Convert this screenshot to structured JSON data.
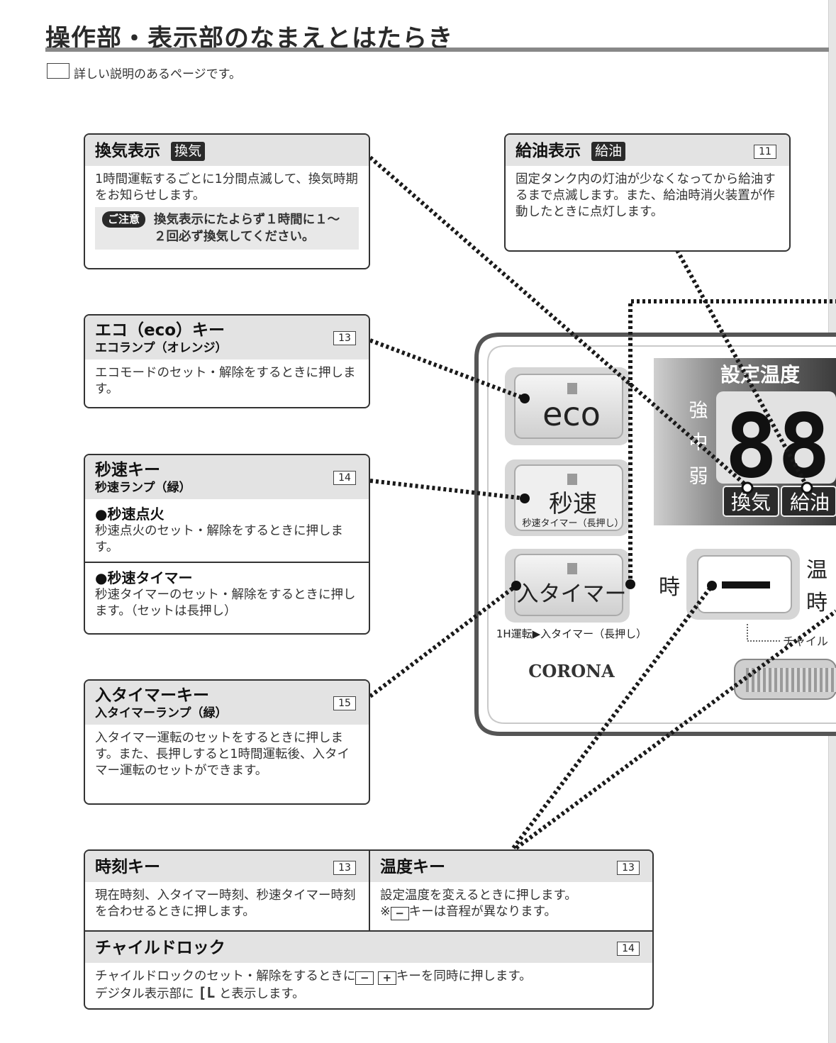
{
  "page": {
    "title": "操作部・表示部のなまえとはたらき",
    "legend_text": "詳しい説明のあるページです。"
  },
  "boxes": {
    "kanki": {
      "title": "換気表示",
      "badge": "換気",
      "body": "1時間運転するごとに1分間点滅して、換気時期をお知らせします。",
      "note_tag": "ご注意",
      "note": "換気表示にたよらず１時間に１〜２回必ず換気してください。"
    },
    "kyuyu": {
      "title": "給油表示",
      "badge": "給油",
      "page": "11",
      "body": "固定タンク内の灯油が少なくなってから給油するまで点滅します。また、給油時消火装置が作動したときに点灯します。"
    },
    "eco": {
      "title": "エコ（eco）キー",
      "sub": "エコランプ（オレンジ）",
      "page": "13",
      "body": "エコモードのセット・解除をするときに押します。"
    },
    "byosoku": {
      "title": "秒速キー",
      "sub": "秒速ランプ（緑）",
      "page": "14",
      "sec1_title": "●秒速点火",
      "sec1_body": "秒速点火のセット・解除をするときに押します。",
      "sec2_title": "●秒速タイマー",
      "sec2_body": "秒速タイマーのセット・解除をするときに押します。（セットは長押し）"
    },
    "iritimer": {
      "title": "入タイマーキー",
      "sub": "入タイマーランプ（緑）",
      "page": "15",
      "body": "入タイマー運転のセットをするときに押します。また、長押しすると1時間運転後、入タイマー運転のセットができます。"
    },
    "jikoku": {
      "title": "時刻キー",
      "page": "13",
      "body": "現在時刻、入タイマー時刻、秒速タイマー時刻を合わせるときに押します。"
    },
    "ondo": {
      "title": "温度キー",
      "page": "13",
      "body": "設定温度を変えるときに押します。",
      "note_prefix": "※",
      "note_key": "−",
      "note_suffix": "キーは音程が異なります。"
    },
    "child": {
      "title": "チャイルドロック",
      "page": "14",
      "body_1": "チャイルドロックのセット・解除をするときに",
      "key_minus": "−",
      "key_plus": "+",
      "body_2": "キーを同時に押します。",
      "body_3": "デジタル表示部に",
      "cl_symbol": "[L",
      "body_4": "と表示します。"
    }
  },
  "panel": {
    "eco_label": "eco",
    "byosoku_label": "秒速",
    "byosoku_sub": "秒速タイマー（長押し）",
    "iritimer_label": "入タイマー",
    "iritimer_sub": "1H運転▶入タイマー（長押し）",
    "brand": "CORONA",
    "display_title": "設定温度",
    "level_strong": "強",
    "level_mid": "中",
    "level_weak": "弱",
    "digits": "88:",
    "badge_kanki": "換気",
    "badge_kyuyu": "給油",
    "ji_label": "時",
    "minus_key": "−",
    "side_1": "温",
    "side_2": "時",
    "child_hint": "チャイル"
  }
}
